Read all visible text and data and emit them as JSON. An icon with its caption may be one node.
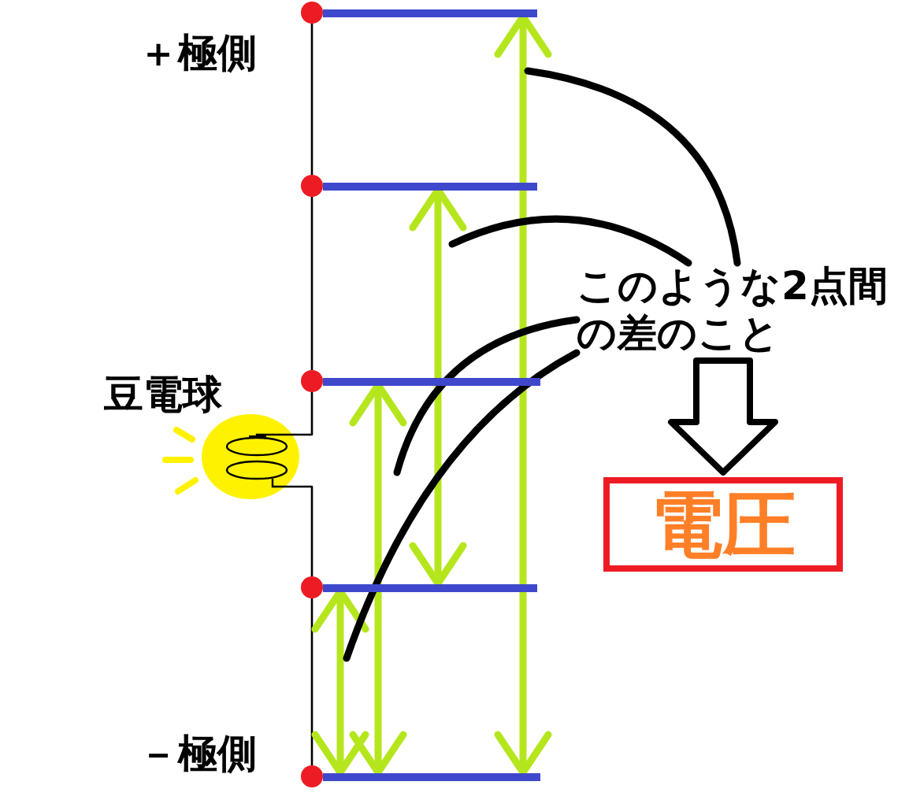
{
  "diagram": {
    "nodes": [
      {
        "text": [],
        "shape": "circle",
        "beside": [
          "＋極側"
        ]
      },
      {
        "text": [],
        "shape": "bar"
      },
      {
        "text": [],
        "shape": "circle"
      },
      {
        "text": [],
        "shape": "bar"
      },
      {
        "text": [],
        "shape": "circle"
      },
      {
        "text": [],
        "shape": "bar"
      },
      {
        "text": [],
        "shape": "picture",
        "beside": [
          "豆電球"
        ]
      },
      {
        "text": [],
        "shape": "circle"
      },
      {
        "text": [],
        "shape": "bar"
      },
      {
        "text": [],
        "shape": "circle",
        "beside": [
          "－極側"
        ]
      },
      {
        "text": [],
        "shape": "bar"
      },
      {
        "text": [
          "このような2点間の差のこと"
        ]
      },
      {
        "text": [
          "電圧"
        ]
      }
    ],
    "edges": [
      {
        "from": 0,
        "to": 2,
        "arrow": "none"
      },
      {
        "from": 2,
        "to": 4,
        "arrow": "none"
      },
      {
        "from": 4,
        "to": 6,
        "arrow": "none"
      },
      {
        "from": 6,
        "to": 7,
        "arrow": "none"
      },
      {
        "from": 7,
        "to": 9,
        "arrow": "none"
      },
      {
        "from": 1,
        "to": 10,
        "arrow": "both",
        "color": "#b5e61d"
      },
      {
        "from": 3,
        "to": 8,
        "arrow": "both",
        "color": "#b5e61d"
      },
      {
        "from": 5,
        "to": 10,
        "arrow": "both",
        "color": "#b5e61d"
      },
      {
        "from": 8,
        "to": 10,
        "arrow": "both",
        "color": "#b5e61d"
      },
      {
        "from": 11,
        "to": null,
        "arrow": "none"
      },
      {
        "from": 11,
        "to": null,
        "arrow": "none"
      },
      {
        "from": 11,
        "to": null,
        "arrow": "none"
      },
      {
        "from": 11,
        "to": null,
        "arrow": "none"
      },
      {
        "from": 11,
        "to": 12,
        "arrow": "to"
      }
    ]
  }
}
